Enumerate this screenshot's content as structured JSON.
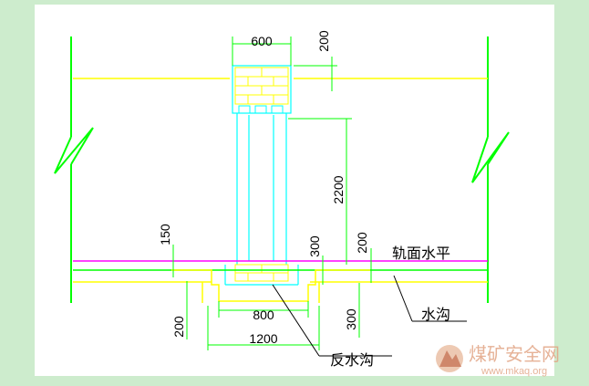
{
  "colors": {
    "background": "#cdeccd",
    "drawing": "#ffffff",
    "wall": "#ffff00",
    "dimension": "#00ff00",
    "cyan": "#00ffff",
    "magenta": "#ff00ff",
    "text": "#000000"
  },
  "dims": {
    "top_width": "600",
    "top_height": "200",
    "clear_height": "2200",
    "left_150": "150",
    "d300_left": "300",
    "d200_right": "200",
    "d200_bottom": "200",
    "d800": "800",
    "d300_bottom": "300",
    "d1200": "1200"
  },
  "labels": {
    "rail_level": "轨面水平",
    "ditch": "水沟",
    "reverse_ditch": "反水沟"
  },
  "watermark": {
    "cn": "煤矿安全网",
    "url": "www.mkaq.org"
  }
}
